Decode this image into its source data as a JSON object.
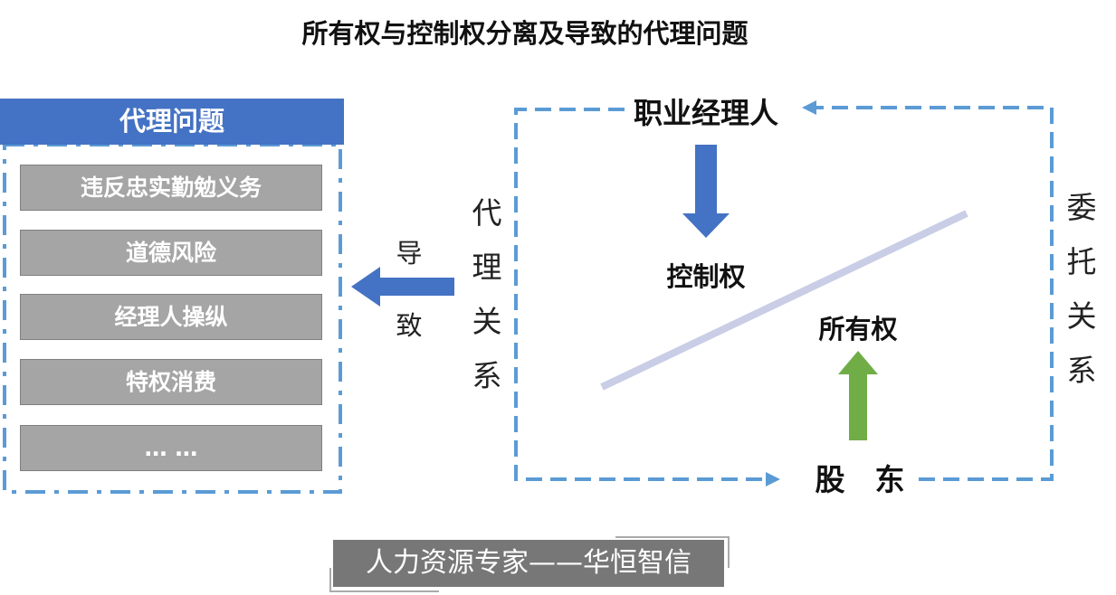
{
  "title": "所有权与控制权分离及导致的代理问题",
  "agency_problems": {
    "header": "代理问题",
    "items": [
      "违反忠实勤勉义务",
      "道德风险",
      "经理人操纵",
      "特权消费",
      "… …"
    ]
  },
  "leads_to": [
    "导",
    "致"
  ],
  "agency_relation": "代理关系",
  "principal_relation": "委托关系",
  "manager": "职业经理人",
  "control_right": "控制权",
  "ownership": "所有权",
  "shareholder": "股　东",
  "watermark": "人力资源专家——华恒智信",
  "colors": {
    "blue": "#4472c4",
    "dash": "#5b9bd5",
    "green": "#70ad47",
    "gray": "#a5a5a5",
    "diagonal": "#c9cde6"
  }
}
